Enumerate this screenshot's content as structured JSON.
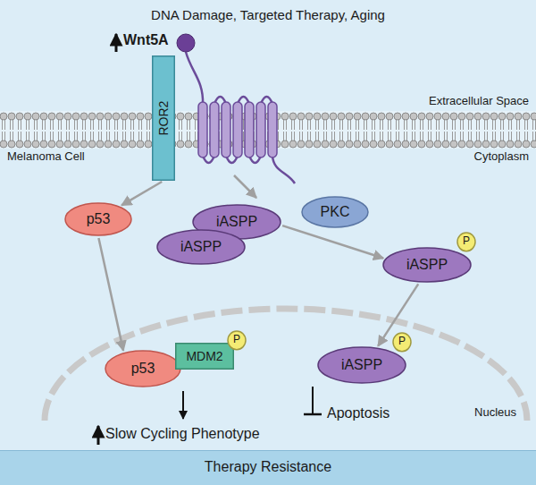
{
  "diagram": {
    "title": "DNA Damage, Targeted Therapy, Aging",
    "nodes": [
      {
        "text": [
          "ROR2"
        ]
      },
      {
        "text": [
          "p53"
        ]
      },
      {
        "text": [
          "iASPP"
        ]
      },
      {
        "text": [
          "iASPP"
        ]
      },
      {
        "text": [
          "PKC"
        ]
      },
      {
        "text": [
          "iASPP"
        ]
      },
      {
        "text": [
          "P"
        ]
      },
      {
        "text": [
          "p53"
        ]
      },
      {
        "text": [
          "MDM2"
        ]
      },
      {
        "text": [
          "P"
        ]
      },
      {
        "text": [
          "iASPP"
        ]
      },
      {
        "text": [
          "P"
        ]
      },
      {
        "text": [
          "Therapy Resistance"
        ]
      }
    ],
    "edges": [
      {
        "from": 0,
        "to": 1,
        "arrow": "to"
      },
      {
        "from": 2,
        "to": 5,
        "arrow": "to"
      },
      {
        "from": 5,
        "to": 10,
        "arrow": "to"
      },
      {
        "from": 1,
        "to": 7,
        "arrow": "to"
      }
    ],
    "labels": [
      "Wnt5A",
      "Extracellular Space",
      "Melanoma Cell",
      "Cytoplasm",
      "Nucleus",
      "Slow Cycling Phenotype",
      "Apoptosis"
    ]
  }
}
